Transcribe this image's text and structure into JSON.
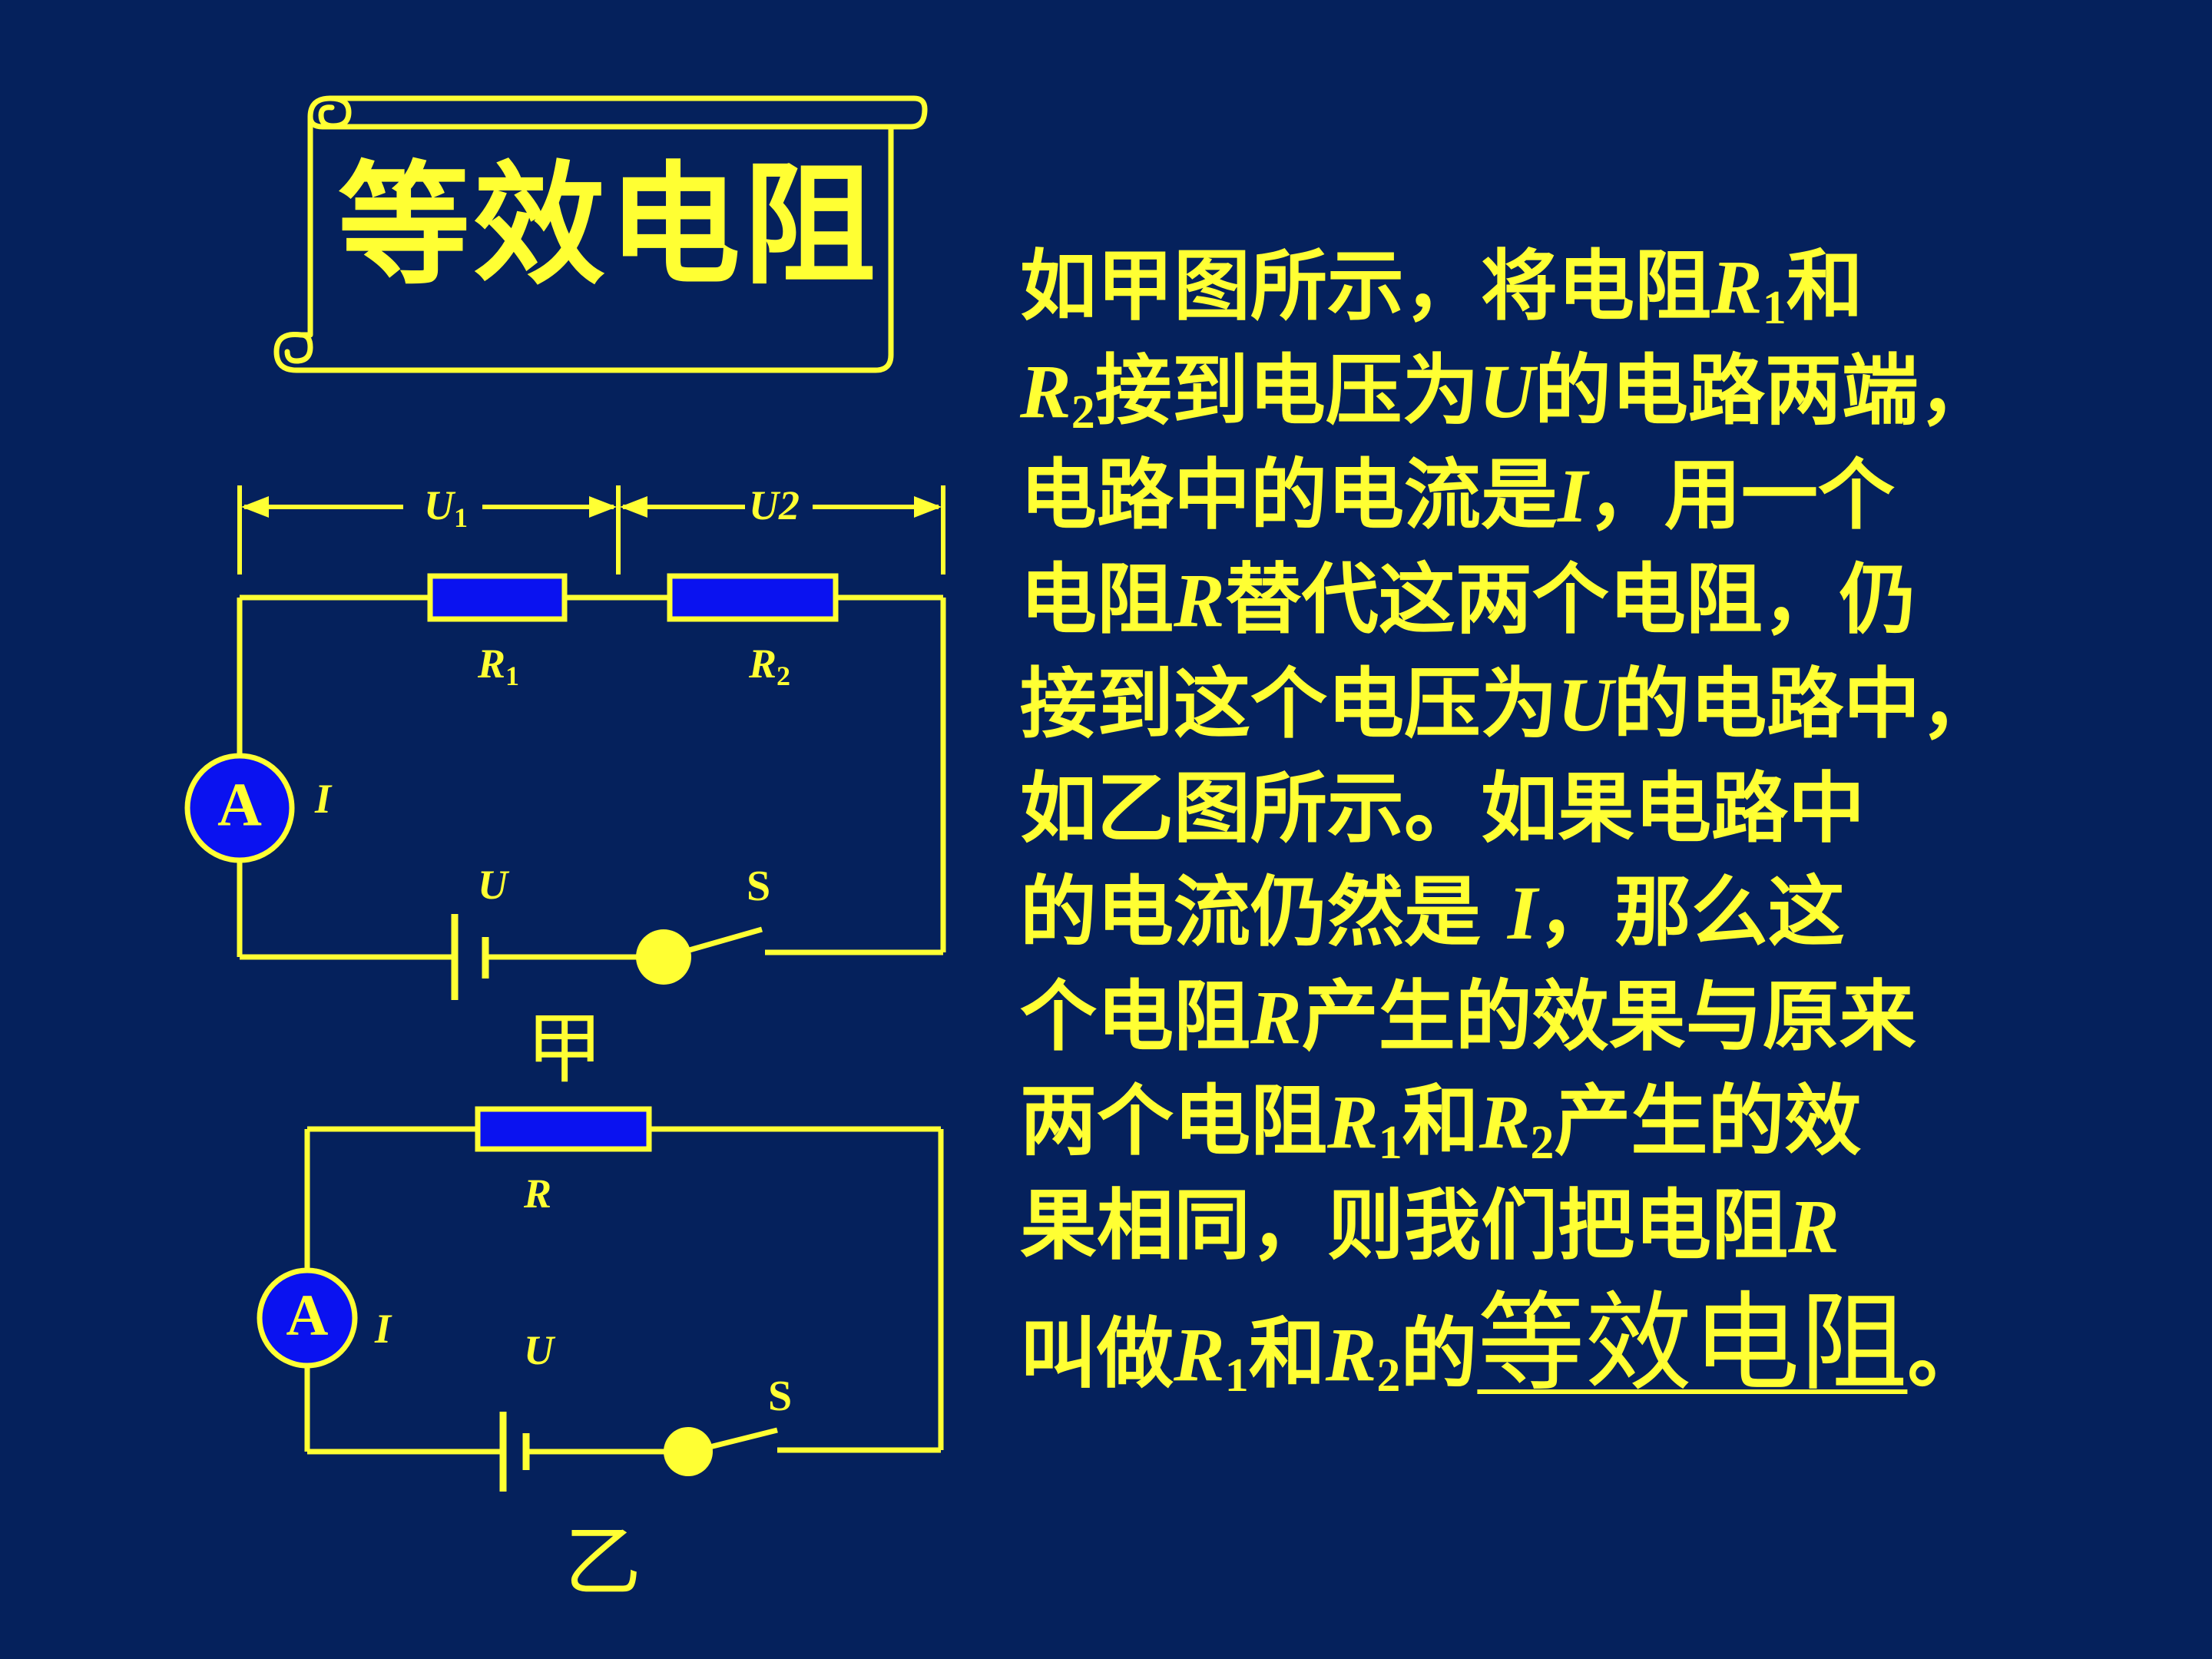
{
  "title": "等效电阻",
  "colors": {
    "background": "#05215c",
    "foreground": "#ffff33",
    "resistor_fill": "#0a12f0",
    "meter_fill": "#0a12f0"
  },
  "circuit_jia": {
    "caption": "甲",
    "u1_label": "U",
    "u1_sub": "1",
    "u2_label": "U2",
    "r1_label": "R",
    "r1_sub": "1",
    "r2_label": "R",
    "r2_sub": "2",
    "ammeter": "A",
    "current": "I",
    "voltage": "U",
    "switch": "S"
  },
  "circuit_yi": {
    "caption": "乙",
    "r_label": "R",
    "ammeter": "A",
    "current": "I",
    "voltage": "U",
    "switch": "S"
  },
  "paragraph": {
    "line1": {
      "a": "如甲图所示，将电阻",
      "v1": "R",
      "s1": "1",
      "b": "和"
    },
    "line2": {
      "v1": "R",
      "s1": "2",
      "a": "接到电压为",
      "v2": "U",
      "b": "的电路两端，"
    },
    "line3": {
      "a": "电路中的电流是",
      "v1": "I",
      "b": "，用一个"
    },
    "line4": {
      "a": "电阻",
      "v1": "R",
      "b": "替代这两个电阻，仍"
    },
    "line5": {
      "a": "接到这个电压为",
      "v1": "U",
      "b": "的电路中，"
    },
    "line6": {
      "a": "如乙图所示。如果电路中"
    },
    "line7": {
      "a": "的电流仍然是 ",
      "v1": "I",
      "b": "，那么这"
    },
    "line8": {
      "a": "个电阻",
      "v1": "R",
      "b": "产生的效果与原来"
    },
    "line9": {
      "a": "两个电阻",
      "v1": "R",
      "s1": "1",
      "b": "和",
      "v2": "R",
      "s2": "2",
      "c": "产生的效"
    },
    "line10": {
      "a": "果相同，则我们把电阻",
      "v1": "R"
    },
    "line11": {
      "a": "叫做",
      "v1": "R",
      "s1": "1",
      "b": "和",
      "v2": "R",
      "s2": "2",
      "c": "的",
      "big": "等效电阻",
      "d": "。"
    }
  }
}
